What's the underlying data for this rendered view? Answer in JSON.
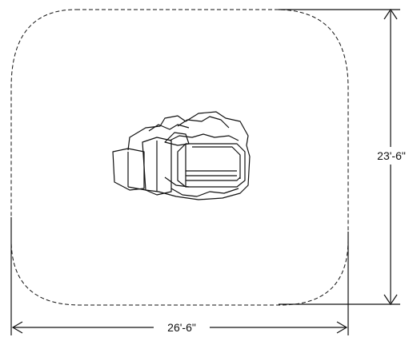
{
  "diagram": {
    "dimensions": {
      "width_label": "26'-6\"",
      "depth_label": "23'-6\""
    },
    "boundary_style": "dashed rounded rectangle",
    "central_element": "rock-formation"
  },
  "colors": {
    "line": "#111111",
    "background": "#ffffff"
  }
}
